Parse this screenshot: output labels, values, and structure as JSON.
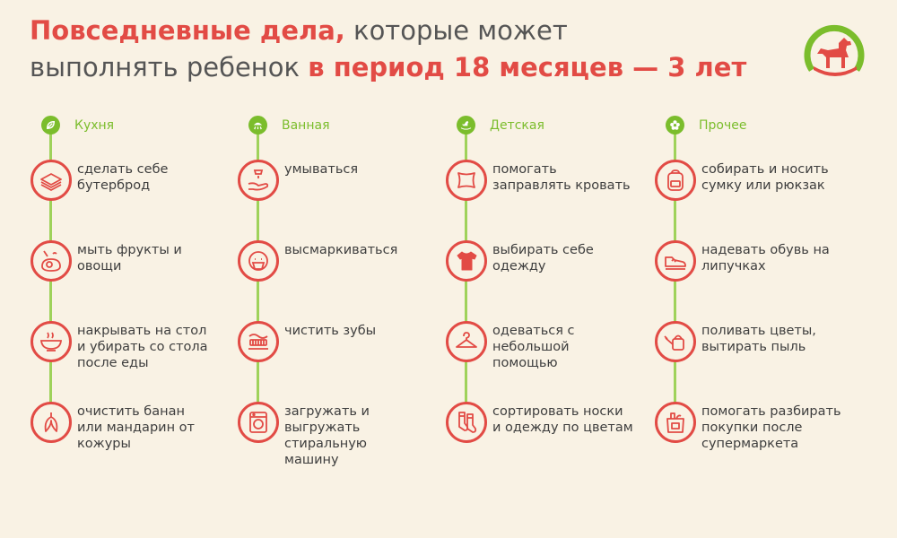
{
  "title": {
    "line1_accent": "Повседневные дела,",
    "line1_rest": " которые может",
    "line2_start": "выполнять ребенок ",
    "line2_accent": "в период 18 месяцев — 3 лет"
  },
  "logo": {
    "icon": "rocking-horse-icon",
    "colors": {
      "ring": "#7bbd2c",
      "horse": "#e24b45"
    }
  },
  "colors": {
    "accent": "#e24b45",
    "green": "#7bbd2c",
    "background": "#f9f2e4",
    "text": "#3e3e3e"
  },
  "columns": [
    {
      "label": "Кухня",
      "icon": "leaf-icon",
      "items": [
        {
          "icon": "sandwich-icon",
          "lines": [
            "сделать себе",
            "бутерброд"
          ]
        },
        {
          "icon": "fruit-washing-icon",
          "lines": [
            "мыть фрукты и",
            "овощи"
          ]
        },
        {
          "icon": "bowl-icon",
          "lines": [
            "накрывать на стол",
            "и убирать со стола",
            "после еды"
          ]
        },
        {
          "icon": "banana-icon",
          "lines": [
            "очистить банан",
            "или мандарин от",
            "кожуры"
          ]
        }
      ]
    },
    {
      "label": "Ванная",
      "icon": "shower-icon",
      "items": [
        {
          "icon": "washing-hand-icon",
          "lines": [
            "умываться"
          ]
        },
        {
          "icon": "blowing-nose-icon",
          "lines": [
            "высмаркиваться"
          ]
        },
        {
          "icon": "toothbrush-icon",
          "lines": [
            "чистить зубы"
          ]
        },
        {
          "icon": "washing-machine-icon",
          "lines": [
            "загружать и",
            "выгружать",
            "стиральную",
            "машину"
          ]
        }
      ]
    },
    {
      "label": "Детская",
      "icon": "rocking-horse-icon",
      "items": [
        {
          "icon": "pillow-icon",
          "lines": [
            "помогать",
            "заправлять кровать"
          ]
        },
        {
          "icon": "tshirt-icon",
          "lines": [
            "выбирать себе",
            "одежду"
          ]
        },
        {
          "icon": "hanger-icon",
          "lines": [
            "одеваться с",
            "небольшой",
            "помощью"
          ]
        },
        {
          "icon": "socks-icon",
          "lines": [
            "сортировать носки",
            "и одежду по цветам"
          ]
        }
      ]
    },
    {
      "label": "Прочее",
      "icon": "flower-icon",
      "items": [
        {
          "icon": "backpack-icon",
          "lines": [
            "собирать и носить",
            "сумку или рюкзак"
          ]
        },
        {
          "icon": "sneaker-icon",
          "lines": [
            "надевать обувь на",
            "липучках"
          ]
        },
        {
          "icon": "watering-can-icon",
          "lines": [
            "поливать цветы,",
            "вытирать пыль"
          ]
        },
        {
          "icon": "grocery-bag-icon",
          "lines": [
            "помогать разбирать",
            "покупки после",
            "супермаркета"
          ]
        }
      ]
    }
  ]
}
